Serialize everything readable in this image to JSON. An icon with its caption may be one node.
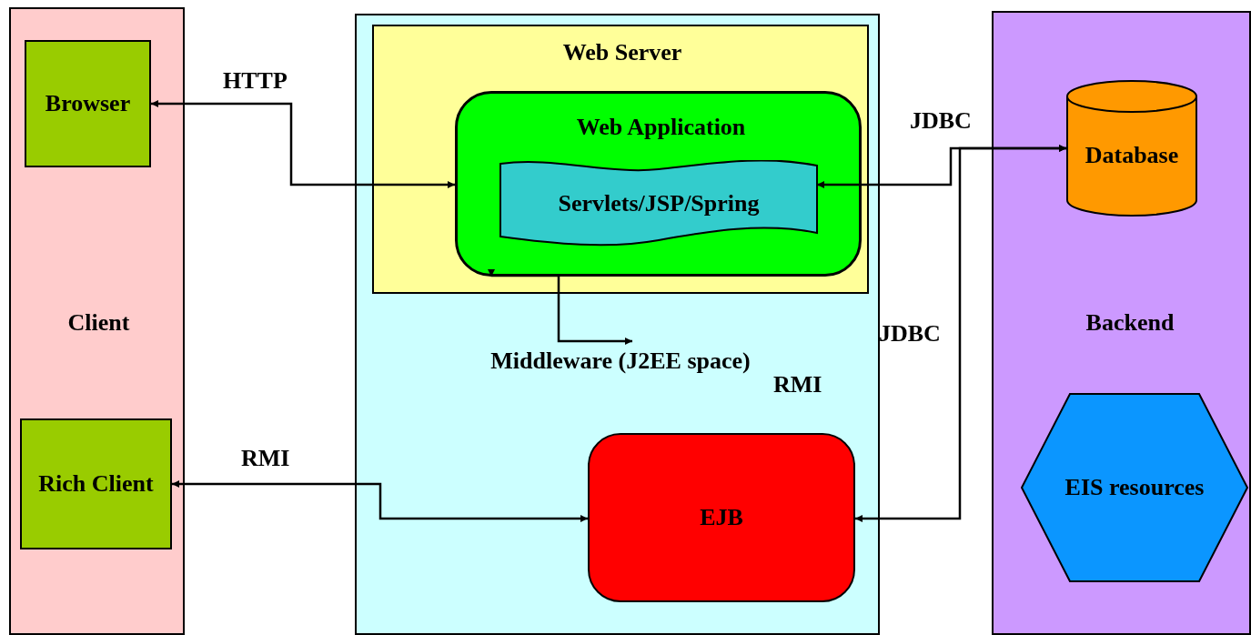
{
  "diagram": {
    "nodes": [
      {
        "text": [
          "Client"
        ]
      },
      {
        "text": [
          "Browser"
        ],
        "in": 0
      },
      {
        "text": [
          "Rich Client"
        ],
        "in": 0
      },
      {
        "text": [
          "Middleware (J2EE space)"
        ]
      },
      {
        "text": [
          "Web Server"
        ],
        "in": 3
      },
      {
        "text": [
          "Web Application"
        ],
        "in": 4
      },
      {
        "text": [
          "Servlets/JSP/Spring"
        ],
        "in": 5
      },
      {
        "text": [
          "EJB"
        ],
        "in": 3
      },
      {
        "text": [
          "Backend"
        ]
      },
      {
        "text": [
          "Database"
        ],
        "in": 8
      },
      {
        "text": [
          "EIS resources"
        ],
        "in": 8
      }
    ],
    "edges": [
      {
        "from": 1,
        "to": 5,
        "arrow": "both",
        "label": "HTTP"
      },
      {
        "from": 6,
        "to": 9,
        "arrow": "both",
        "label": "JDBC"
      },
      {
        "from": 9,
        "to": 7,
        "arrow": "both",
        "label": "JDBC"
      },
      {
        "from": 2,
        "to": 7,
        "arrow": "both",
        "label": "RMI"
      },
      {
        "from": 5,
        "to": null,
        "arrow": "both"
      }
    ],
    "labels": [
      "RMI"
    ]
  }
}
